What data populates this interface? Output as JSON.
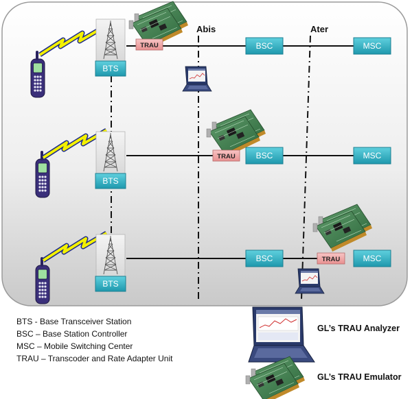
{
  "interfaces": {
    "abis": "Abis",
    "ater": "Ater"
  },
  "rows": [
    {
      "bts": "BTS",
      "trau": "TRAU",
      "bsc": "BSC",
      "msc": "MSC"
    },
    {
      "bts": "BTS",
      "trau": "TRAU",
      "bsc": "BSC",
      "msc": "MSC"
    },
    {
      "bts": "BTS",
      "trau": "TRAU",
      "bsc": "BSC",
      "msc": "MSC"
    }
  ],
  "legend": [
    "BTS - Base Transceiver Station",
    "BSC – Base Station Controller",
    "MSC – Mobile Switching Center",
    "TRAU – Transcoder and Rate Adapter Unit"
  ],
  "products": {
    "analyzer": "GL’s TRAU  Analyzer",
    "emulator": "GL’s TRAU  Emulator"
  },
  "colors": {
    "node_fill": "#2fb4c8",
    "trau_fill": "#f2a8a8",
    "panel_top": "#ffffff",
    "panel_bottom": "#cfcfcf",
    "lightning": "#f3f000"
  }
}
